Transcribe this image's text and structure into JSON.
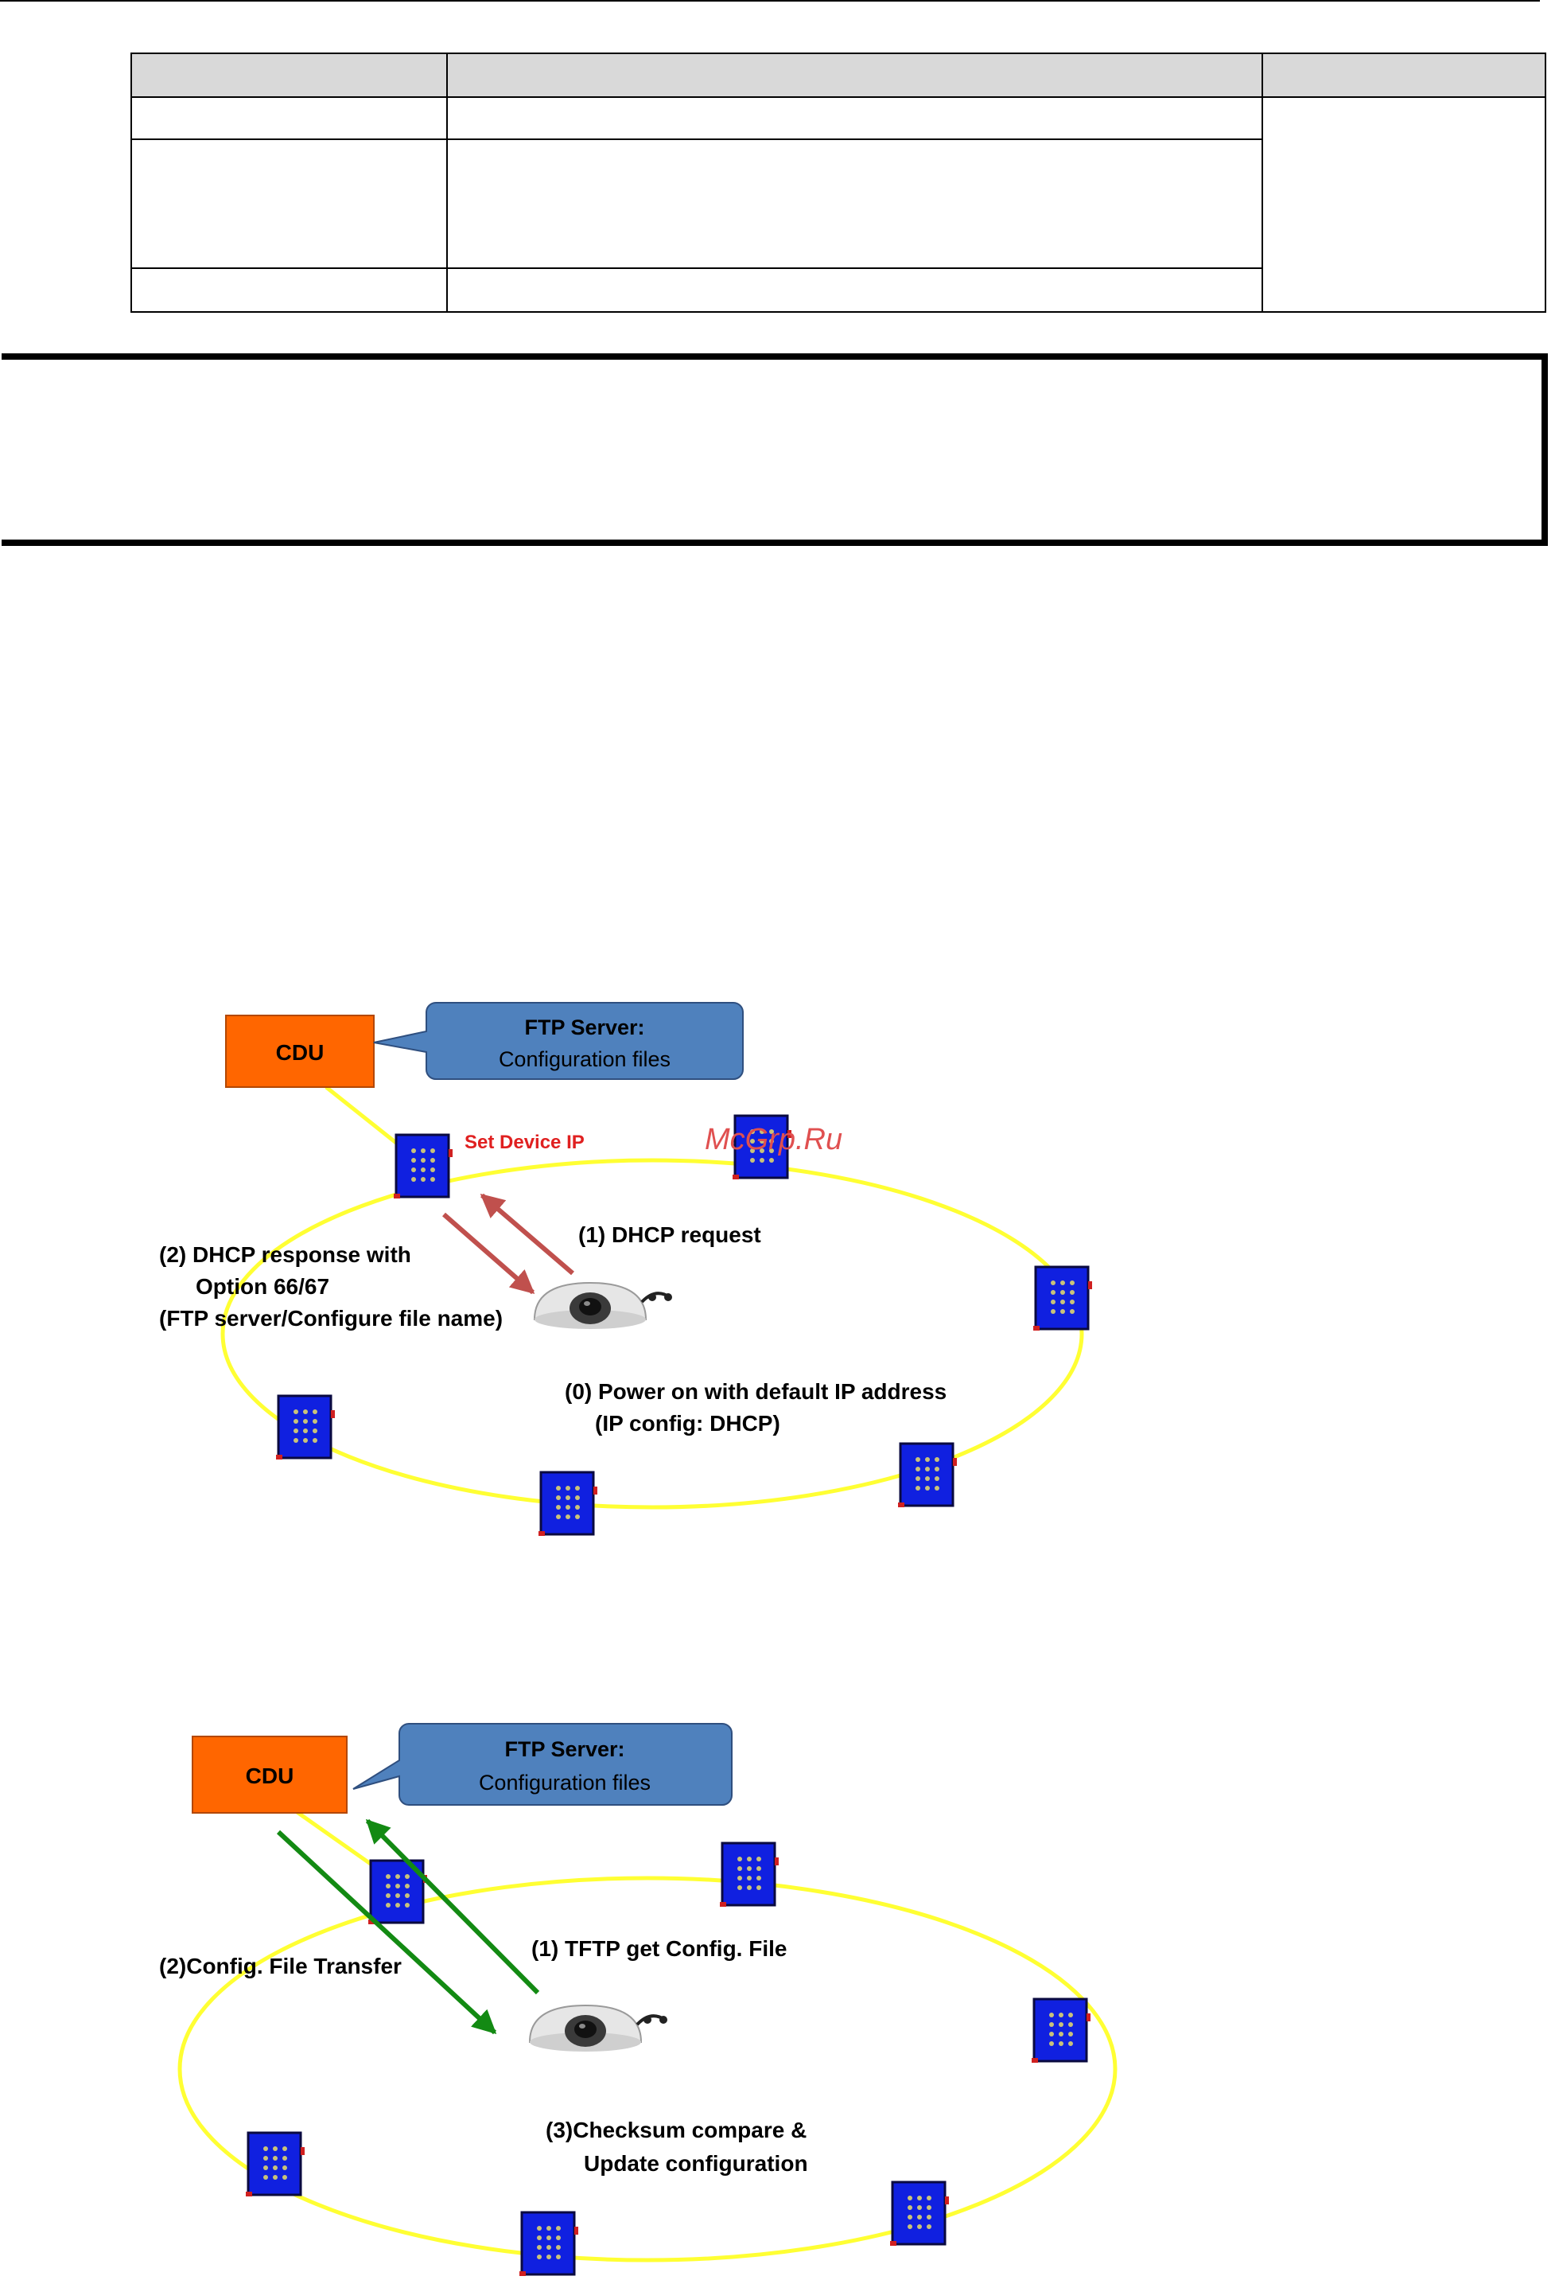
{
  "watermark": "McGrp.Ru",
  "diagram1": {
    "cdu_label": "CDU",
    "ftp_title": "FTP Server:",
    "ftp_subtitle": "Configuration files",
    "set_ip_label": "Set Device IP",
    "step1": "(1) DHCP request",
    "step2_line1": "(2) DHCP response with",
    "step2_line2": "Option 66/67",
    "step2_line3": "(FTP server/Configure file name)",
    "step0_line1": "(0) Power on with default IP address",
    "step0_line2": "(IP config: DHCP)"
  },
  "diagram2": {
    "cdu_label": "CDU",
    "ftp_title": "FTP Server:",
    "ftp_subtitle": "Configuration files",
    "step1": "(1) TFTP get Config. File",
    "step2": "(2)Config. File Transfer",
    "step3_line1": "(3)Checksum compare &",
    "step3_line2": "Update configuration"
  },
  "colors": {
    "cdu_fill": "#ff6600",
    "ftp_fill": "#4f81bd",
    "ring": "#ffff33",
    "switch_fill": "#1020e0",
    "dhcp_arrow": "#c0504d",
    "tftp_arrow": "#138a13",
    "set_ip_text": "#e02020"
  }
}
